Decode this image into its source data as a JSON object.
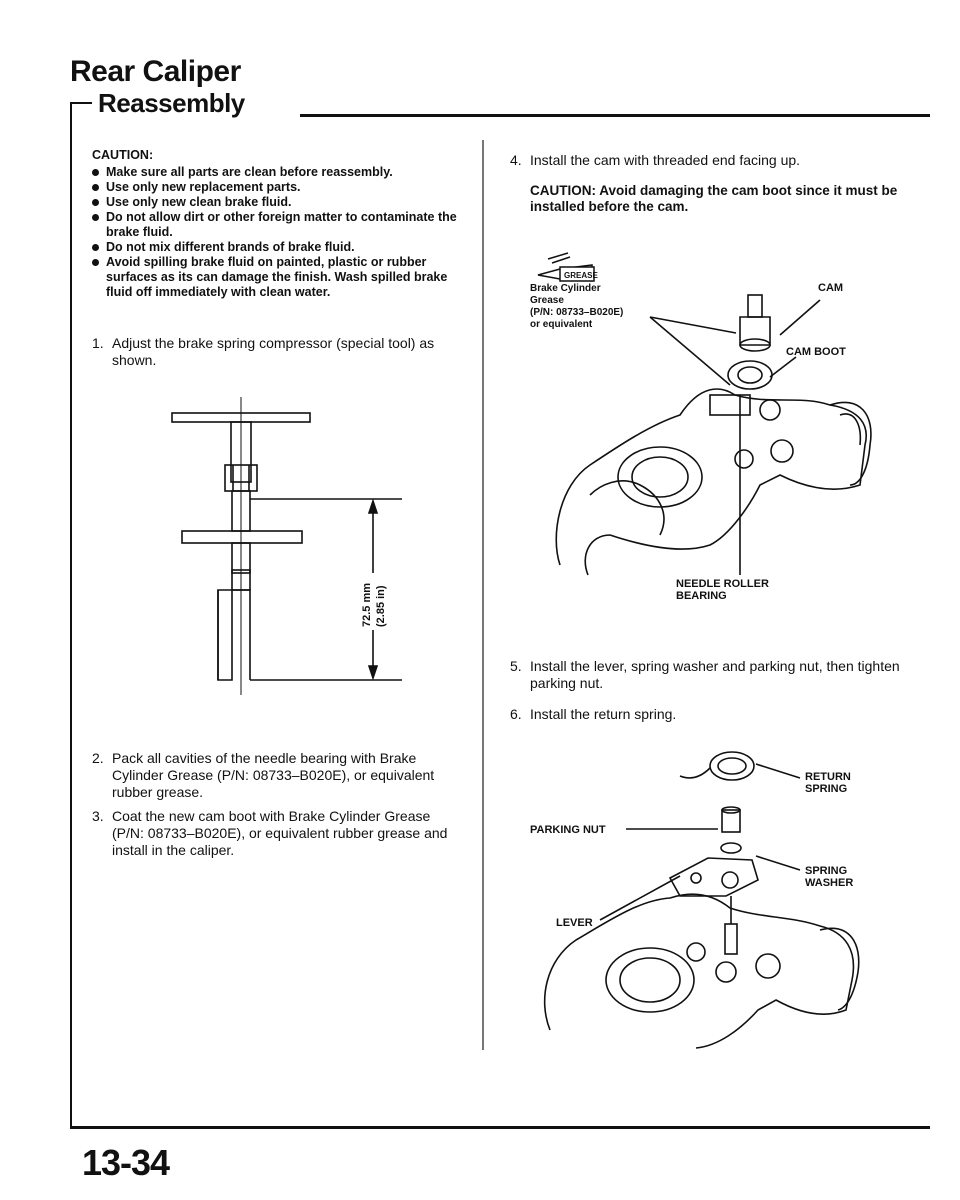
{
  "header": {
    "page_title": "Rear Caliper",
    "section_title": "Reassembly"
  },
  "left_column": {
    "caution": {
      "label": "CAUTION:",
      "items": [
        "Make sure all parts are clean before reassembly.",
        "Use only new replacement parts.",
        "Use only new clean brake fluid.",
        "Do not allow dirt or other foreign matter to contaminate the brake fluid.",
        "Do not mix different brands of brake fluid.",
        "Avoid spilling brake fluid on painted, plastic or rubber surfaces as its can damage the finish. Wash spilled brake fluid off immediately with clean water."
      ]
    },
    "step1": {
      "num": "1.",
      "text": "Adjust the brake spring compressor (special tool) as shown."
    },
    "figure1": {
      "dimension_mm": "72.5 mm",
      "dimension_in": "(2.85 in)"
    },
    "step2": {
      "num": "2.",
      "text": "Pack all cavities of the needle bearing with Brake Cylinder Grease (P/N: 08733–B020E), or equivalent rubber grease."
    },
    "step3": {
      "num": "3.",
      "text": "Coat the new cam boot with Brake Cylinder Grease (P/N: 08733–B020E), or equivalent rubber grease and install in the caliper."
    }
  },
  "right_column": {
    "step4": {
      "num": "4.",
      "text": "Install the cam with threaded end facing up."
    },
    "caution": "CAUTION: Avoid damaging the cam boot since it must be installed before the cam.",
    "figure2": {
      "grease_tube": "GREASE",
      "grease_label_1": "Brake Cylinder",
      "grease_label_2": "Grease",
      "grease_label_3": "(P/N: 08733–B020E)",
      "grease_label_4": "or equivalent",
      "cam": "CAM",
      "cam_boot": "CAM BOOT",
      "needle_1": "NEEDLE ROLLER",
      "needle_2": "BEARING"
    },
    "step5": {
      "num": "5.",
      "text": "Install the lever, spring washer and parking nut, then tighten parking nut."
    },
    "step6": {
      "num": "6.",
      "text": "Install the return spring."
    },
    "figure3": {
      "return_1": "RETURN",
      "return_2": "SPRING",
      "parking_nut": "PARKING NUT",
      "washer_1": "SPRING",
      "washer_2": "WASHER",
      "lever": "LEVER"
    }
  },
  "footer": {
    "page_number": "13-34"
  }
}
